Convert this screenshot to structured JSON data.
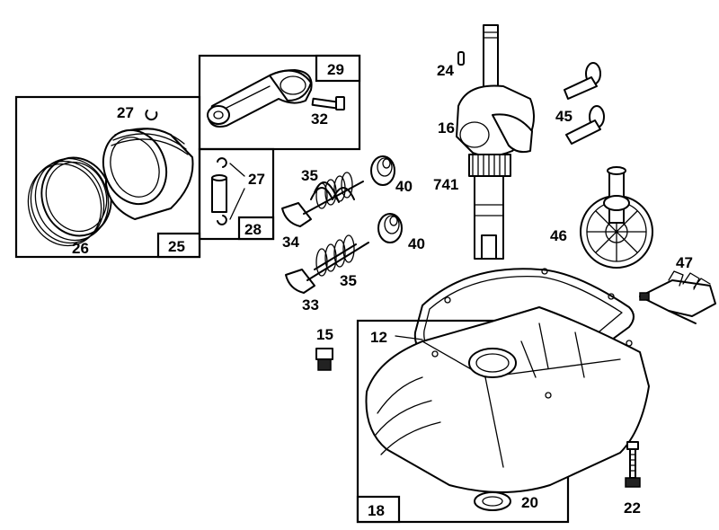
{
  "colors": {
    "ink": "#000000",
    "paper": "#ffffff"
  },
  "labels": {
    "p12": "12",
    "p15": "15",
    "p16": "16",
    "p18": "18",
    "p20": "20",
    "p22": "22",
    "p24": "24",
    "p25": "25",
    "p26": "26",
    "p27a": "27",
    "p27b": "27",
    "p28": "28",
    "p29": "29",
    "p32": "32",
    "p33": "33",
    "p34": "34",
    "p35a": "35",
    "p35b": "35",
    "p40a": "40",
    "p40b": "40",
    "p45": "45",
    "p46": "46",
    "p47": "47",
    "p741": "741"
  }
}
